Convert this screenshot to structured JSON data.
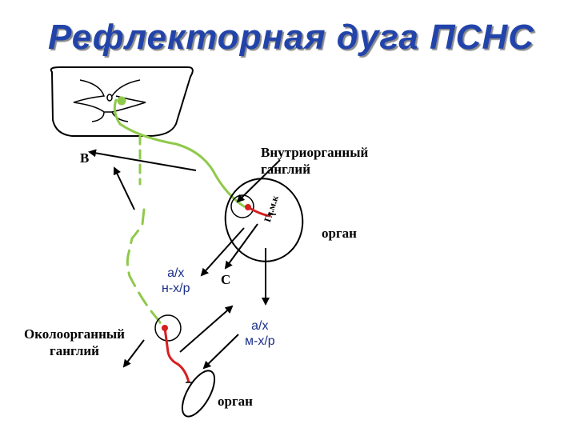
{
  "title": "Рефлекторная  дуга  ПСНС",
  "labels": {
    "b": "В",
    "intramural_line1": "Внутриорганный",
    "intramural_line2": "ганглий",
    "organ_right": "орган",
    "ax_nx_line1": "а/х",
    "ax_nx_line2": "н-х/р",
    "c": "С",
    "paraorgan_line1": "Околоорганный",
    "paraorgan_line2": "ганглий",
    "ax_mx_line1": "а/х",
    "ax_mx_line2": "м-х/р",
    "organ_bottom": "орган",
    "gl_mk": "Гл.м.к"
  },
  "colors": {
    "title": "#2244aa",
    "fiber": "#8fc94a",
    "efferent": "#d61f1f",
    "outline": "#000000"
  }
}
